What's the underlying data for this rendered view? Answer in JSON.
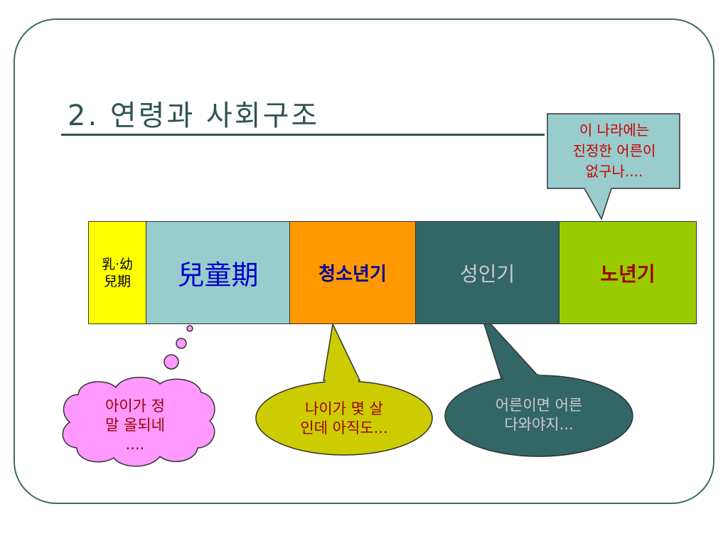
{
  "slide": {
    "title": "2. 연령과 사회구조"
  },
  "stages": [
    {
      "label": "乳·幼\n兒期",
      "color": "#ffff00",
      "text_color": "#000000"
    },
    {
      "label": "兒童期",
      "color": "#99cccc",
      "text_color": "#0000cc"
    },
    {
      "label": "청소년기",
      "color": "#ff9900",
      "text_color": "#000099"
    },
    {
      "label": "성인기",
      "color": "#336666",
      "text_color": "#cccccc"
    },
    {
      "label": "노년기",
      "color": "#99cc00",
      "text_color": "#990000"
    }
  ],
  "callouts": {
    "elder": {
      "text": "이 나라에는\n진정한 어른이\n없구나....",
      "fill": "#99cccc",
      "text_color": "#cc0000"
    },
    "child": {
      "text": "아이가 정\n말 올되네\n....",
      "fill": "#ff99ff",
      "text_color": "#990000"
    },
    "youth": {
      "text": "나이가 몇 살\n인데 아직도...",
      "fill": "#cccc00",
      "text_color": "#990000"
    },
    "adult": {
      "text": "어른이면 어른\n다와야지...",
      "fill": "#336666",
      "text_color": "#cccccc"
    }
  }
}
